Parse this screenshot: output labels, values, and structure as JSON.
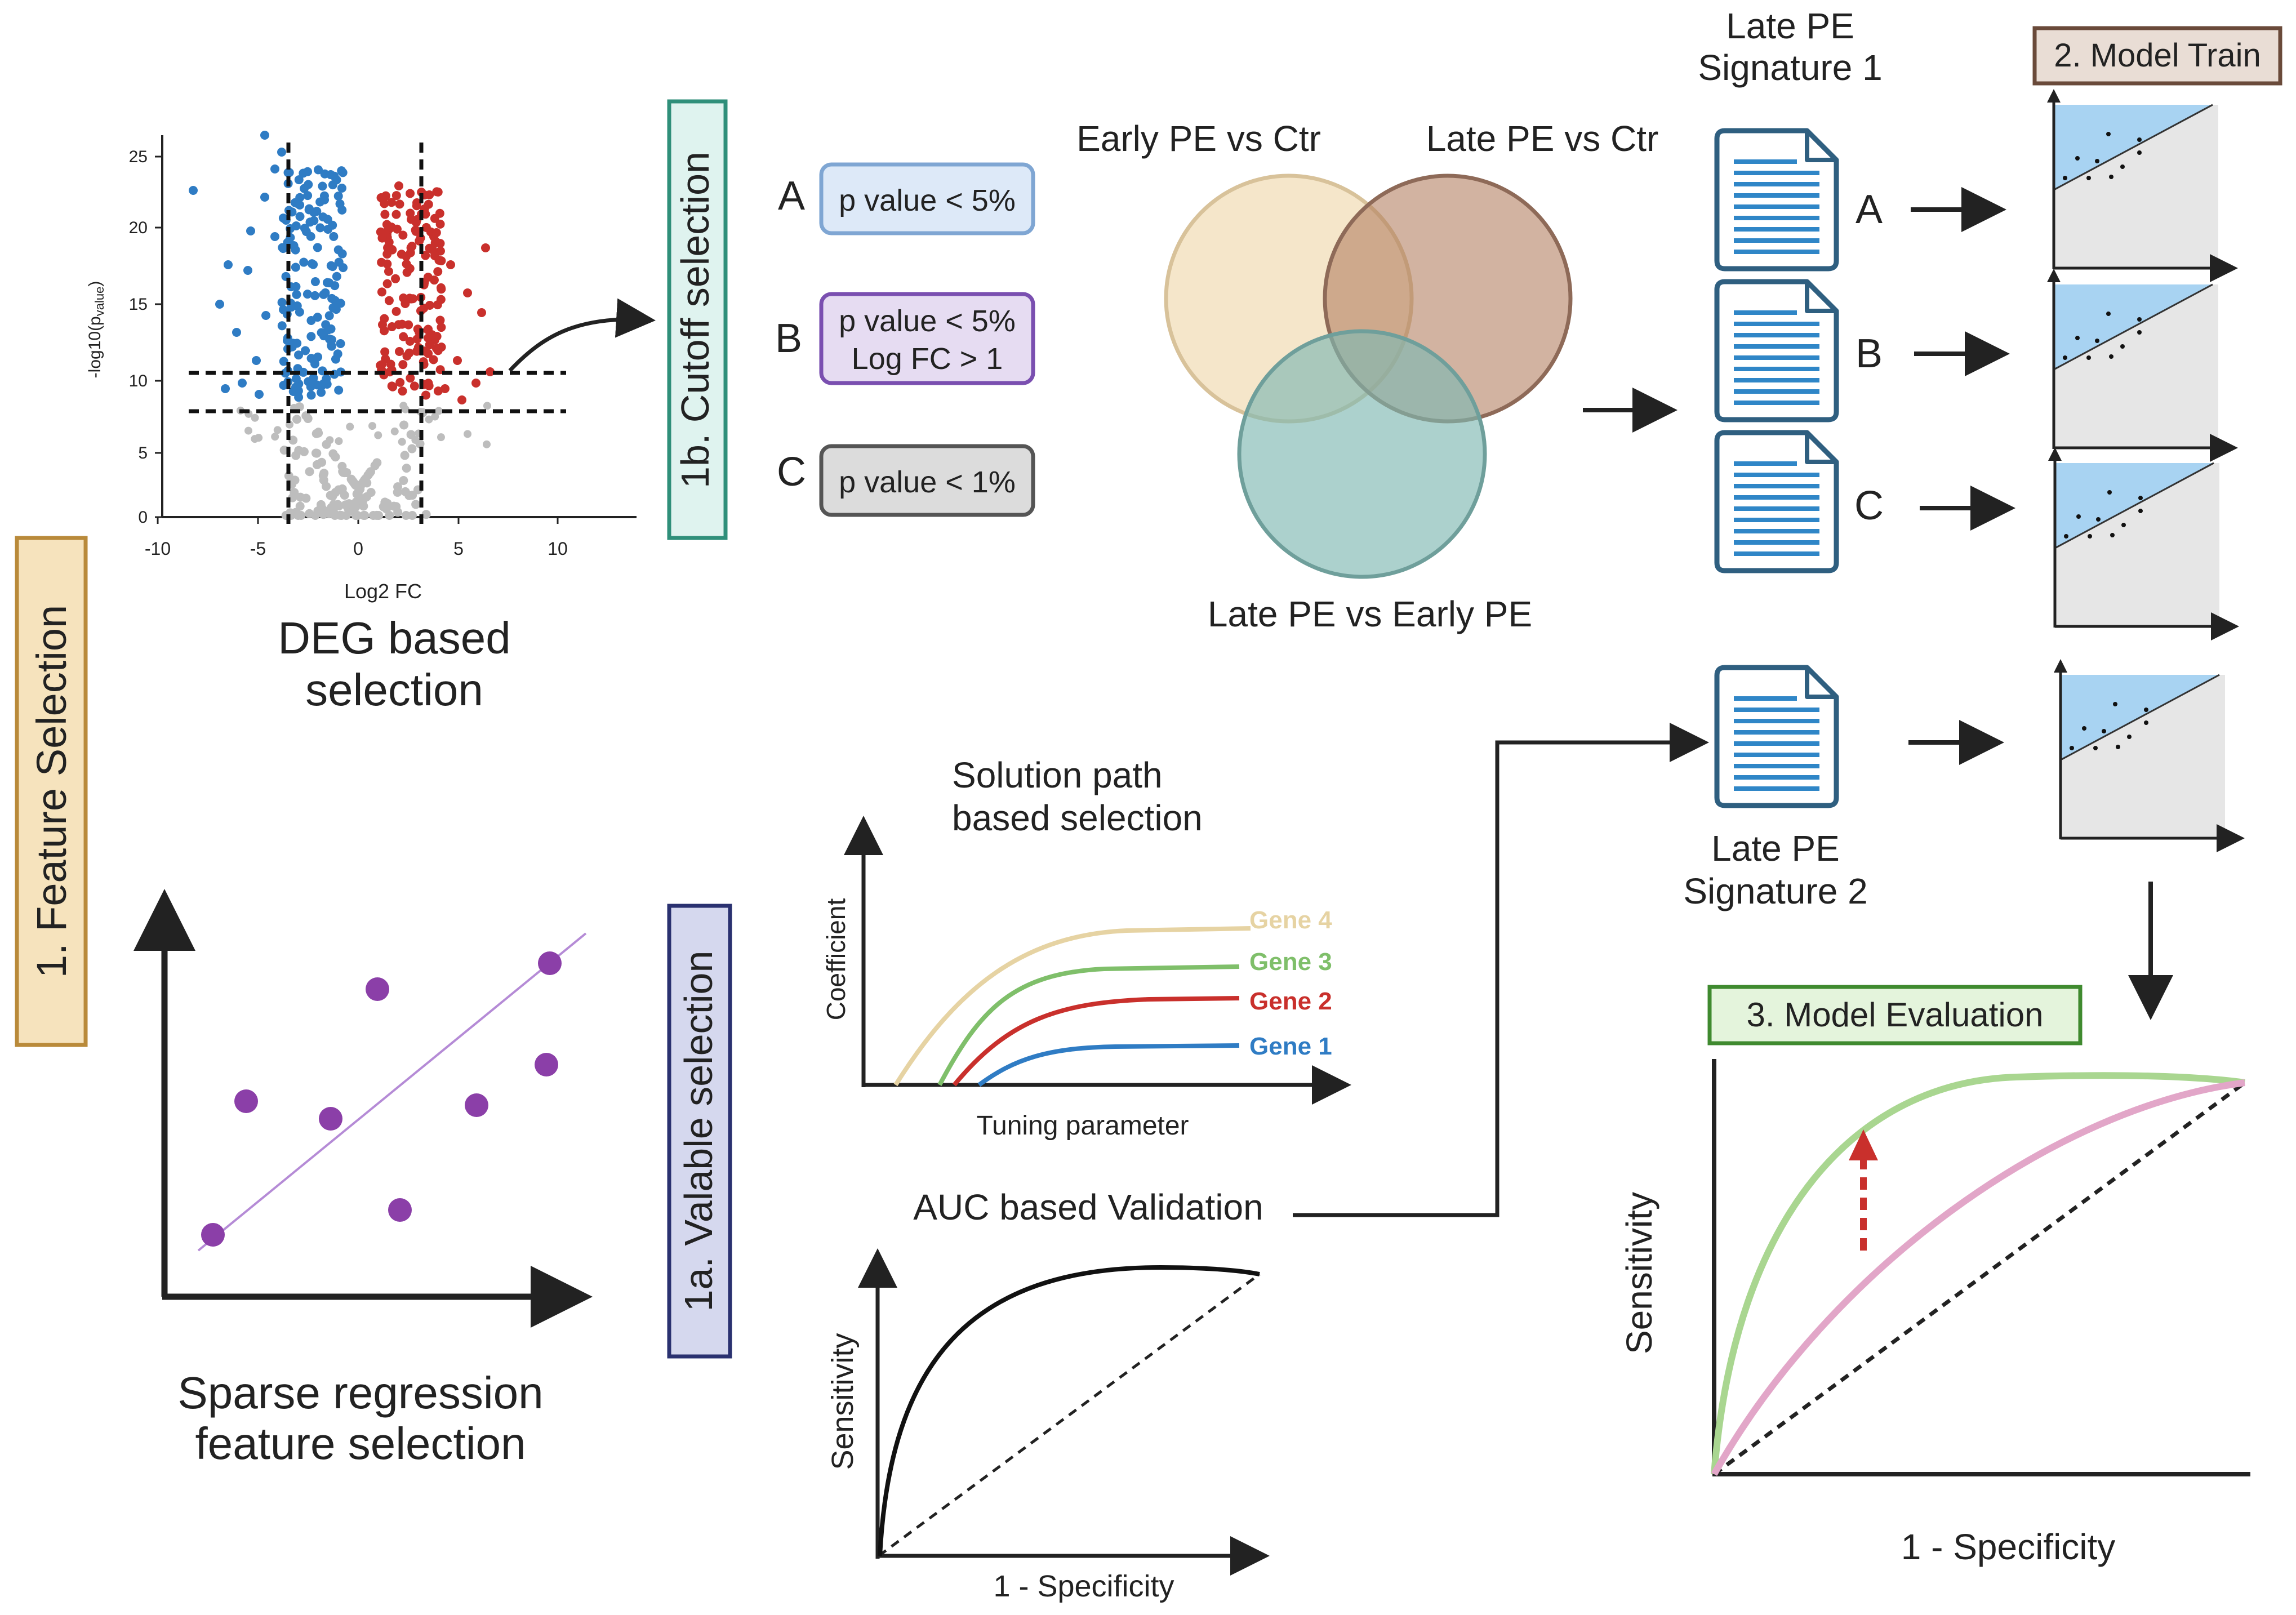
{
  "labels": {
    "feature_selection": "1.  Feature Selection",
    "cutoff_selection": "1b. Cutoff selection",
    "variable_selection": "1a. Valable selection",
    "model_train": "2. Model Train",
    "model_evaluation": "3.  Model Evaluation"
  },
  "volcano": {
    "ylabel": "-log10(p",
    "ylabel_sub": "value",
    "ylabel_end": ")",
    "xlabel": "Log2 FC",
    "yticks": [
      "0",
      "5",
      "10",
      "15",
      "20",
      "25"
    ],
    "xticks": [
      "-10",
      "-5",
      "0",
      "5",
      "10"
    ],
    "caption_line1": "DEG based",
    "caption_line2": "selection"
  },
  "cutoffs": [
    {
      "letter": "A",
      "line1": "p value < 5%",
      "line2": "",
      "fill": "#dde9f8",
      "stroke": "#7fa6d3"
    },
    {
      "letter": "B",
      "line1": "p value < 5%",
      "line2": "Log FC > 1",
      "fill": "#e6dcf2",
      "stroke": "#7a4fb0"
    },
    {
      "letter": "C",
      "line1": "p value < 1%",
      "line2": "",
      "fill": "#dcdcdc",
      "stroke": "#555555"
    }
  ],
  "venn": {
    "early_vs_ctr": "Early PE vs Ctr",
    "late_vs_ctr": "Late PE vs Ctr",
    "late_vs_early": "Late PE vs Early PE",
    "colors": [
      "#efd9ad",
      "#b48063",
      "#7fb8b2"
    ]
  },
  "signatures": {
    "sig1_line1": "Late PE",
    "sig1_line2": "Signature 1",
    "sig2_line1": "Late PE",
    "sig2_line2": "Signature 2",
    "letters": [
      "A",
      "B",
      "C"
    ]
  },
  "sparse": {
    "caption_line1": "Sparse regression",
    "caption_line2": "feature selection",
    "point_color": "#8b3fa8",
    "line_color": "#b58bd6"
  },
  "solution_path": {
    "title_line1": "Solution path",
    "title_line2": "based selection",
    "ylabel": "Coefficient",
    "xlabel": "Tuning parameter",
    "genes": [
      {
        "name": "Gene 4",
        "color": "#e6d3a3"
      },
      {
        "name": "Gene 3",
        "color": "#7fbf6a"
      },
      {
        "name": "Gene 2",
        "color": "#c9302c"
      },
      {
        "name": "Gene 1",
        "color": "#2f7cc4"
      }
    ]
  },
  "auc_validation": {
    "title": "AUC based Validation",
    "ylabel": "Sensitivity",
    "xlabel": "1 - Specificity"
  },
  "evaluation": {
    "ylabel": "Sensitivity",
    "xlabel": "1 - Specificity",
    "curve_colors": [
      "#a9d690",
      "#e2a6c8"
    ],
    "arrow_color": "#c9302c"
  },
  "colors": {
    "blue_points": "#2f7cc4",
    "red_points": "#c9302c",
    "grey_points": "#bdbdbd",
    "feature_box_fill": "#f6e3bd",
    "feature_box_stroke": "#b98a3a",
    "cutoff_box_fill": "#dff3ef",
    "cutoff_box_stroke": "#2f8f7a",
    "variable_box_fill": "#d5d8ee",
    "variable_box_stroke": "#2a3170",
    "train_box_fill": "#e9ddd5",
    "train_box_stroke": "#6a4a3a",
    "eval_box_fill": "#e4f4dc",
    "eval_box_stroke": "#3f8a2f",
    "doc_stroke": "#2f5f80",
    "doc_line": "#2f86c7",
    "model_blue": "#a8d3f2",
    "model_grey": "#e6e6e6"
  }
}
